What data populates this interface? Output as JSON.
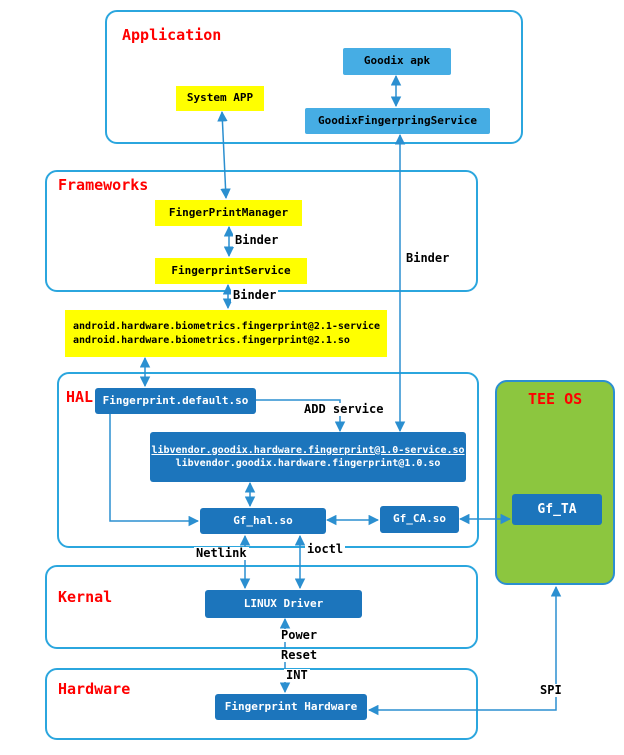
{
  "colors": {
    "container_border": "#2BA6DE",
    "light_blue_box": "#46ADE4",
    "yellow_box": "#FFFF00",
    "dark_blue_box": "#1C75BC",
    "tee_green": "#8CC63F",
    "label_red": "#FF0000",
    "arrow_blue": "#2B8FD0"
  },
  "containers": {
    "application": "Application",
    "frameworks": "Frameworks",
    "hal": "HAL",
    "tee_os": "TEE OS",
    "kernal": "Kernal",
    "hardware": "Hardware"
  },
  "nodes": {
    "goodix_apk": "Goodix apk",
    "system_app": "System APP",
    "goodix_service": "GoodixFingerpringService",
    "fingerprint_manager": "FingerPrintManager",
    "fingerprint_service": "FingerprintService",
    "biometrics_line1": "android.hardware.biometrics.fingerprint@2.1-service",
    "biometrics_line2": "android.hardware.biometrics.fingerprint@2.1.so",
    "fingerprint_default": "Fingerprint.default.so",
    "libvendor_line1": "libvendor.goodix.hardware.fingerprint@1.0-service.so",
    "libvendor_line2": "libvendor.goodix.hardware.fingerprint@1.0.so",
    "gf_hal": "Gf_hal.so",
    "gf_ca": "Gf_CA.so",
    "gf_ta": "Gf_TA",
    "linux_driver": "LINUX Driver",
    "fingerprint_hardware": "Fingerprint Hardware"
  },
  "edge_labels": {
    "binder_manager_service": "Binder",
    "binder_service_hidl": "Binder",
    "binder_goodix_vendor": "Binder",
    "add_service": "ADD service",
    "netlink": "Netlink",
    "ioctl": "ioctl",
    "power": "Power",
    "reset": "Reset",
    "int": "INT",
    "spi": "SPI"
  }
}
